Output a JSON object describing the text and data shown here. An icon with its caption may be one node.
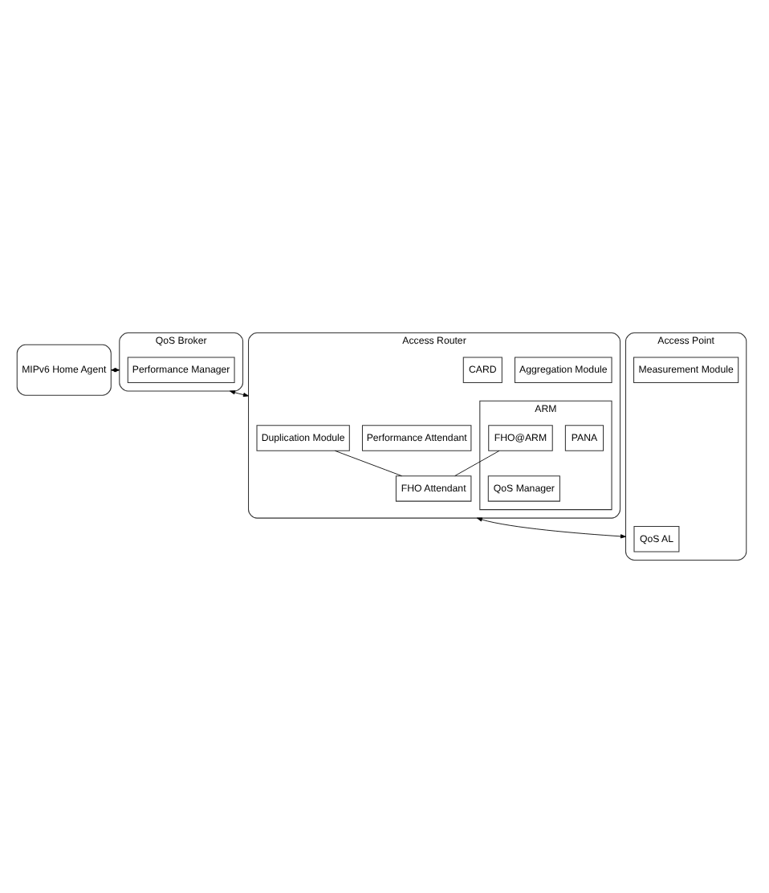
{
  "diagram": {
    "nodes": [
      {
        "text": [
          "MIPv6 Home Agent"
        ]
      },
      {
        "text": [
          "QoS Broker"
        ]
      },
      {
        "text": [
          "Performance Manager"
        ],
        "in": 1
      },
      {
        "text": [
          "Access Router"
        ]
      },
      {
        "text": [
          "Performance Attendant"
        ],
        "in": 3
      },
      {
        "text": [
          "Aggregation Module"
        ],
        "in": 3
      },
      {
        "text": [
          "CARD"
        ],
        "in": 3
      },
      {
        "text": [
          "Duplication Module"
        ],
        "in": 3
      },
      {
        "text": [
          "ARM"
        ],
        "in": 3
      },
      {
        "text": [
          "QoS Manager"
        ],
        "in": 8
      },
      {
        "text": [
          "PANA"
        ],
        "in": 8
      },
      {
        "text": [
          "FHO@ARM"
        ],
        "in": 8
      },
      {
        "text": [
          "FHO Attendant"
        ],
        "in": 3
      },
      {
        "text": [
          "Access Point"
        ]
      },
      {
        "text": [
          "QoS AL"
        ],
        "in": 13
      },
      {
        "text": [
          "Measurement Module"
        ],
        "in": 13
      }
    ],
    "edges": [
      {
        "from": 0,
        "to": 1,
        "arrow": "both"
      },
      {
        "from": 1,
        "to": 3,
        "arrow": "both"
      },
      {
        "from": 3,
        "to": 13,
        "arrow": "both"
      },
      {
        "from": 7,
        "to": 12,
        "arrow": "none"
      },
      {
        "from": 11,
        "to": 12,
        "arrow": "none"
      }
    ]
  }
}
